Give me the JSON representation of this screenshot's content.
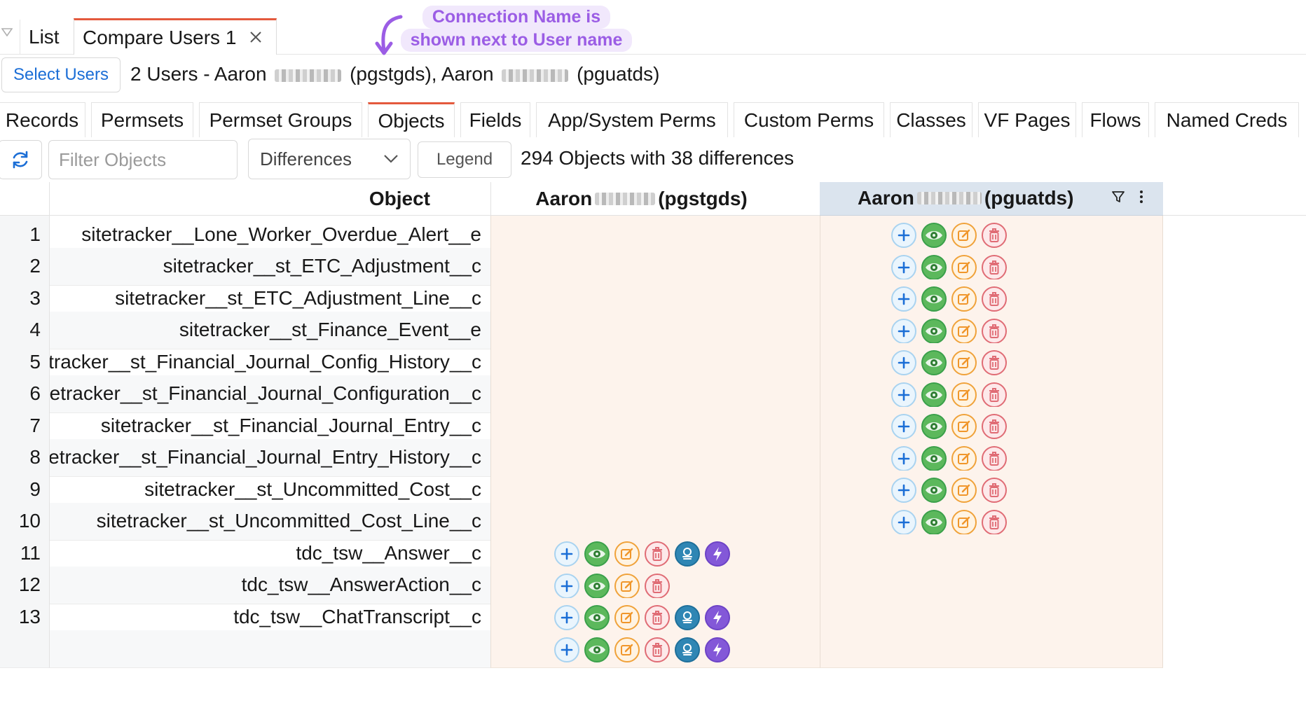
{
  "top_tabs": {
    "list_label": "List",
    "compare_label": "Compare Users 1"
  },
  "callout": {
    "line1": "Connection Name is",
    "line2": "shown next to User name"
  },
  "selection": {
    "button_label": "Select Users",
    "prefix": "2 Users - Aaron",
    "conn1": "(pgstgds), Aaron",
    "conn2": "(pguatds)"
  },
  "object_tabs": [
    "Records",
    "Permsets",
    "Permset Groups",
    "Objects",
    "Fields",
    "App/System Perms",
    "Custom Perms",
    "Classes",
    "VF Pages",
    "Flows",
    "Named Creds"
  ],
  "toolbar": {
    "filter_placeholder": "Filter Objects",
    "mode": "Differences",
    "legend_label": "Legend",
    "summary": "294 Objects with 38 differences"
  },
  "grid": {
    "col_object": "Object",
    "col_user1_first": "Aaron",
    "col_user1_conn": "(pgstgds)",
    "col_user2_first": "Aaron",
    "col_user2_conn": "(pguatds)",
    "rows": [
      {
        "num": "1",
        "object": "sitetracker__Lone_Worker_Overdue_Alert__e",
        "u1": [],
        "u2": [
          "create",
          "read",
          "edit",
          "delete"
        ]
      },
      {
        "num": "2",
        "object": "sitetracker__st_ETC_Adjustment__c",
        "u1": [],
        "u2": [
          "create",
          "read",
          "edit",
          "delete"
        ]
      },
      {
        "num": "3",
        "object": "sitetracker__st_ETC_Adjustment_Line__c",
        "u1": [],
        "u2": [
          "create",
          "read",
          "edit",
          "delete"
        ]
      },
      {
        "num": "4",
        "object": "sitetracker__st_Finance_Event__e",
        "u1": [],
        "u2": [
          "create",
          "read",
          "edit",
          "delete"
        ]
      },
      {
        "num": "5",
        "object": "sitetracker__st_Financial_Journal_Config_History__c",
        "u1": [],
        "u2": [
          "create",
          "read",
          "edit",
          "delete"
        ]
      },
      {
        "num": "6",
        "object": "sitetracker__st_Financial_Journal_Configuration__c",
        "u1": [],
        "u2": [
          "create",
          "read",
          "edit",
          "delete"
        ]
      },
      {
        "num": "7",
        "object": "sitetracker__st_Financial_Journal_Entry__c",
        "u1": [],
        "u2": [
          "create",
          "read",
          "edit",
          "delete"
        ]
      },
      {
        "num": "8",
        "object": "sitetracker__st_Financial_Journal_Entry_History__c",
        "u1": [],
        "u2": [
          "create",
          "read",
          "edit",
          "delete"
        ]
      },
      {
        "num": "9",
        "object": "sitetracker__st_Uncommitted_Cost__c",
        "u1": [],
        "u2": [
          "create",
          "read",
          "edit",
          "delete"
        ]
      },
      {
        "num": "10",
        "object": "sitetracker__st_Uncommitted_Cost_Line__c",
        "u1": [],
        "u2": [
          "create",
          "read",
          "edit",
          "delete"
        ]
      },
      {
        "num": "11",
        "object": "tdc_tsw__Answer__c",
        "u1": [
          "create",
          "read",
          "edit",
          "delete",
          "view-all",
          "modify-all"
        ],
        "u2": []
      },
      {
        "num": "12",
        "object": "tdc_tsw__AnswerAction__c",
        "u1": [
          "create",
          "read",
          "edit",
          "delete"
        ],
        "u2": []
      },
      {
        "num": "13",
        "object": "tdc_tsw__ChatTranscript__c",
        "u1": [
          "create",
          "read",
          "edit",
          "delete",
          "view-all",
          "modify-all"
        ],
        "u2": []
      },
      {
        "num": "",
        "object": "",
        "u1": [
          "create",
          "read",
          "edit",
          "delete",
          "view-all",
          "modify-all"
        ],
        "u2": []
      }
    ]
  },
  "colors": {
    "accent_tab": "#e4593d",
    "link_blue": "#1b6ed6",
    "callout_purple": "#9b5de5",
    "diff_bg": "#fdf3ec",
    "selected_col_bg": "#dbe4ee"
  }
}
